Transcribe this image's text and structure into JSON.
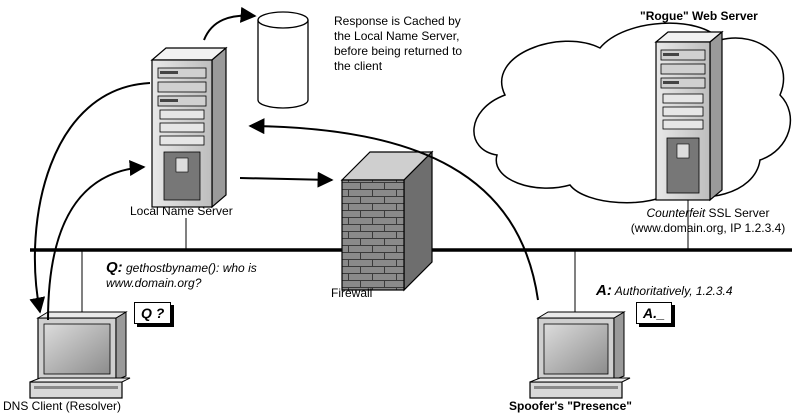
{
  "labels": {
    "cache_note": [
      "Response is Cached by",
      "the Local Name Server,",
      "before being returned to",
      "the client"
    ],
    "rogue_title": "\"Rogue\" Web Server",
    "counterfeit_word": "Counterfeit",
    "counterfeit_rest": " SSL Server",
    "counterfeit_detail": "(www.domain.org, IP 1.2.3.4)",
    "local_ns": "Local Name Server",
    "firewall": "Firewall",
    "dns_client": "DNS Client (Resolver)",
    "spoofer": "Spoofer's \"Presence\""
  },
  "query": {
    "prefix": "Q:",
    "text_line1": " gethostbyname(): who is",
    "text_line2": "www.domain.org?",
    "bubble": "Q ?"
  },
  "answer": {
    "prefix": "A:",
    "text": " Authoritatively, 1.2.3.4",
    "bubble": "A._"
  }
}
